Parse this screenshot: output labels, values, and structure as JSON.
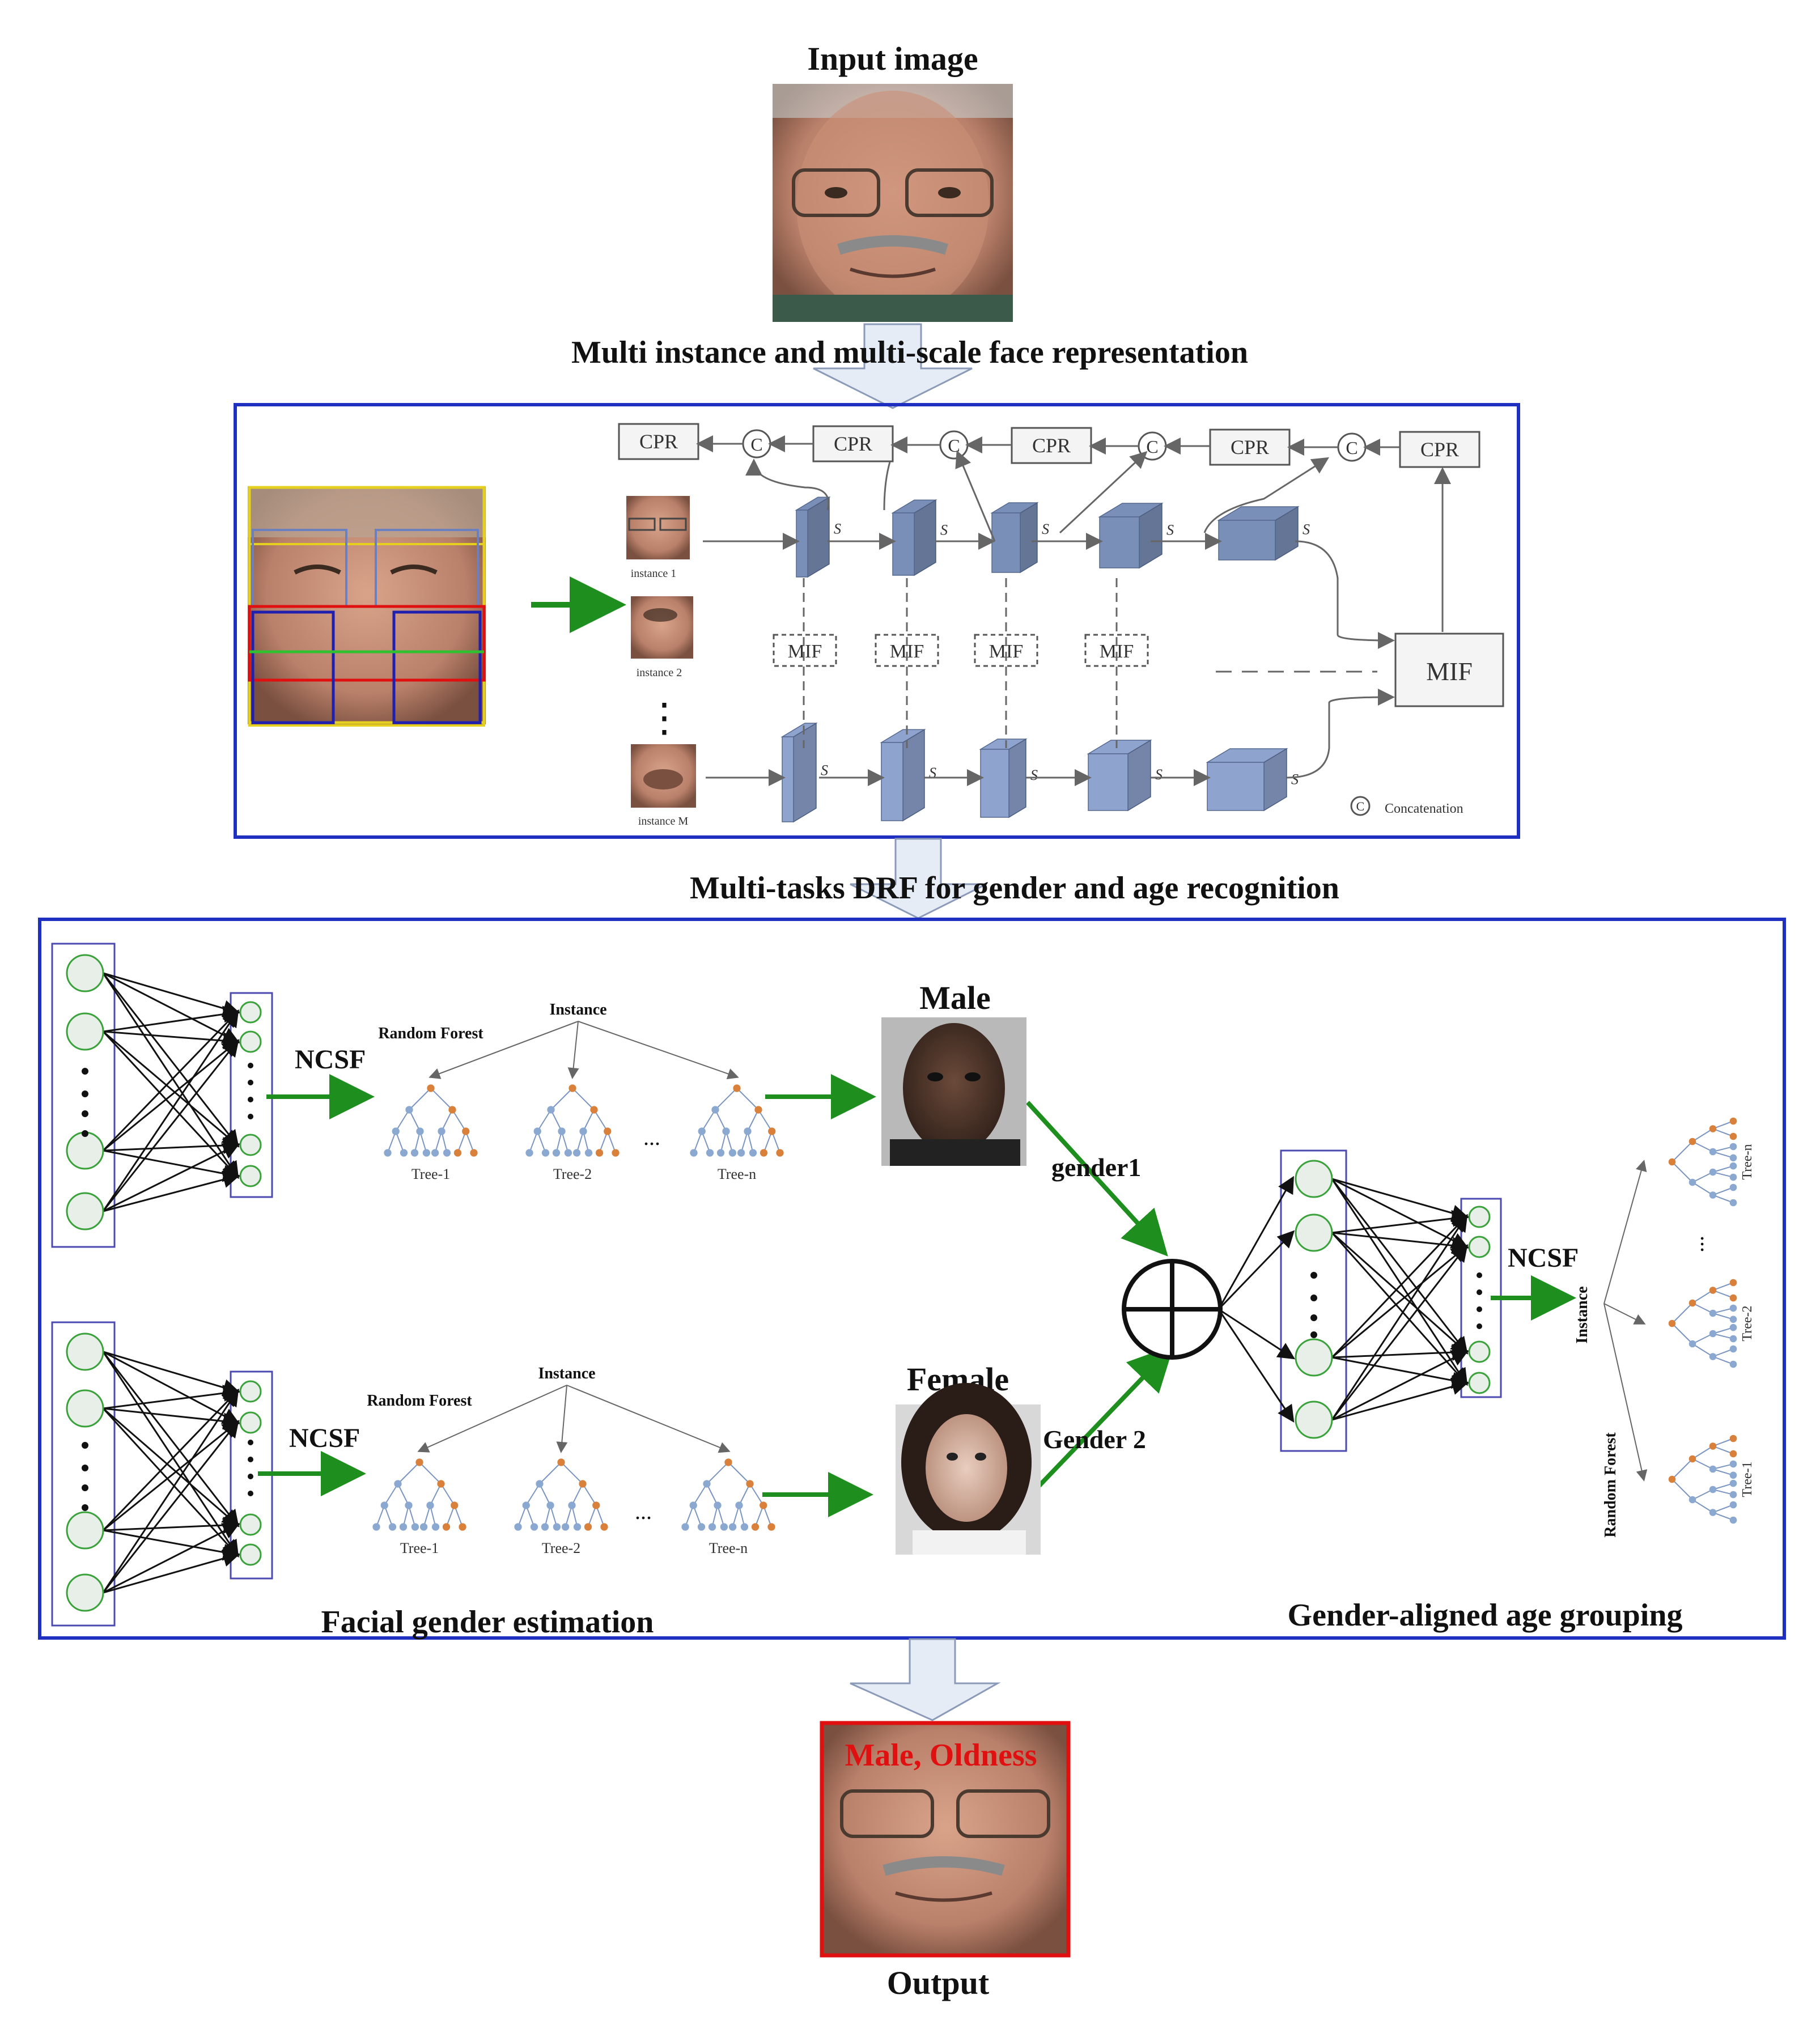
{
  "titles": {
    "input_image": "Input image",
    "representation": "Multi instance and multi-scale face representation",
    "drf": "Multi-tasks DRF for gender and age recognition",
    "gender_estimation": "Facial gender estimation",
    "age_grouping": "Gender-aligned age grouping",
    "output": "Output"
  },
  "representation_panel": {
    "cpr_label": "CPR",
    "concat_symbol": "C",
    "mif_label": "MIF",
    "instances": [
      "instance 1",
      "instance 2",
      "instance M"
    ],
    "vertical_dots": "⋮",
    "stage_labels_top": [
      "S",
      "S",
      "S",
      "S",
      "S"
    ],
    "legend_symbol": "C",
    "legend_text": "Concatenation"
  },
  "drf_panel": {
    "ncsf": "NCSF",
    "random_forest": "Random Forest",
    "instance": "Instance",
    "trees": [
      "Tree-1",
      "Tree-2",
      "Tree-n"
    ],
    "ellipsis": "...",
    "male": "Male",
    "female": "Female",
    "gender1": "gender1",
    "gender2": "Gender 2"
  },
  "output_panel": {
    "result_text": "Male, Oldness"
  },
  "colors": {
    "panel_border": "#1f2fbf",
    "green_arrow": "#1e8f1e",
    "node_stroke": "#3aa23a",
    "node_fill": "#e8efe8",
    "block_blue": "#7a8fb8",
    "block_light": "#8fa3cf",
    "output_red": "#e01010",
    "tree_orange": "#d9803a",
    "tree_blue": "#8aa8d0"
  }
}
